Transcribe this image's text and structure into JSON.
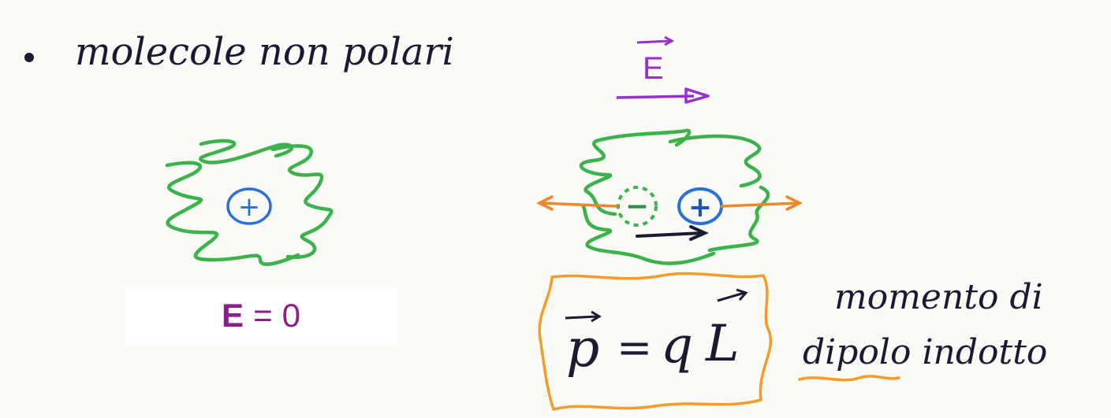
{
  "heading": {
    "bullet": "•",
    "text": "molecole non polari"
  },
  "field_label": "E",
  "charges": {
    "plus": "+",
    "minus": "−"
  },
  "zero_field": {
    "symbol": "E",
    "equals": "=",
    "value": "0"
  },
  "dipole_formula": {
    "p": "p",
    "equals": "=",
    "q": "q",
    "L": "L"
  },
  "caption": {
    "line1": "momento di",
    "line2": "dipolo indotto"
  },
  "colors": {
    "ink": "#1a1a33",
    "cloud": "#3cb24a",
    "charge": "#2c6fd6",
    "field": "#9a2fd0",
    "box": "#f39c2b",
    "zero_field_text": "#8a1e8a"
  }
}
